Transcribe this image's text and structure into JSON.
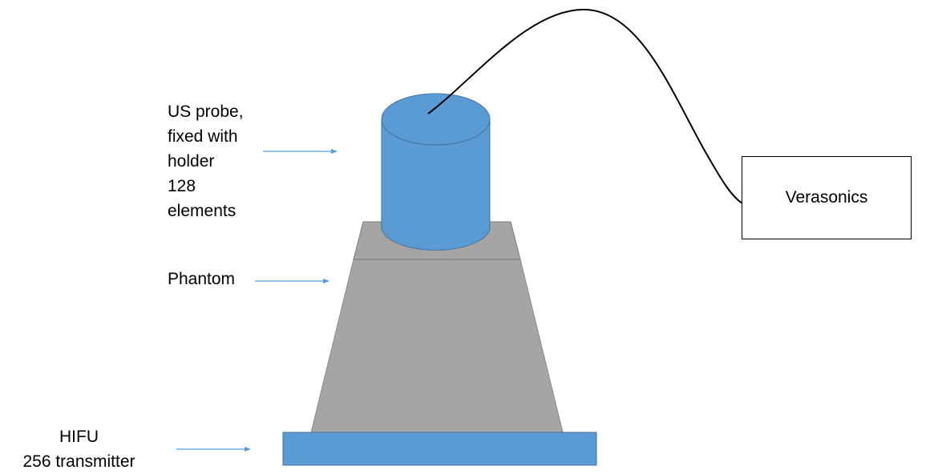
{
  "probe": {
    "label_lines": [
      "US probe,",
      "fixed with",
      "holder",
      "128",
      "elements"
    ]
  },
  "phantom": {
    "label": "Phantom"
  },
  "hifu": {
    "label_lines": [
      "HIFU",
      "256 transmitter"
    ]
  },
  "verasonics": {
    "label": "Verasonics"
  },
  "colors": {
    "blue": "#5b9bd5",
    "blue_dark": "#41719c",
    "gray": "#a5a5a5",
    "gray_dark": "#787878",
    "arrow": "#5b9bd5",
    "cable": "#000000"
  }
}
